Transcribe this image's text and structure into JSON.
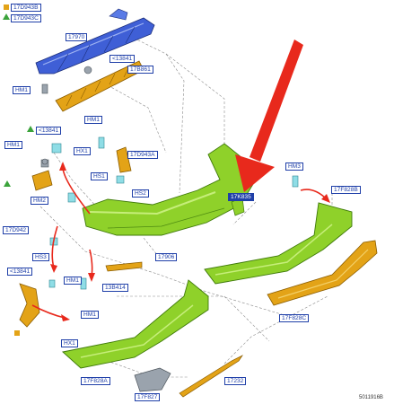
{
  "colors": {
    "bumper_green": "#8fd12a",
    "bracket_blue": "#3f5fd6",
    "bracket_yellow": "#e3a317",
    "callout_arrow": "#e8291c",
    "label_border": "#1f3fa8",
    "leader_line": "#7a7a7a"
  },
  "legend": {
    "square_symbol_label": "17D943B",
    "triangle_symbol_label": "17D943C"
  },
  "labels": {
    "bracket_top": "17970",
    "clip_13841_a": "<13841",
    "bracket_17b861": "17B861",
    "hm1_a": "HM1",
    "hm1_b": "HM1",
    "clip_13841_b": "<13841",
    "hm1_c": "HM1",
    "hx1_a": "HX1",
    "bracket_17d943a": "17D943A",
    "hs1": "HS1",
    "hs2": "HS2",
    "hm2": "HM2",
    "hm3": "HM3",
    "bumper_selected": "17K835",
    "bracket_17f828b": "17F828B",
    "bracket_17d942": "17D942",
    "hs3": "HS3",
    "bumper_17906": "17906",
    "part_13b414": "13B414",
    "clip_13841_c": "<13841",
    "hm1_d": "HM1",
    "hm1_e": "HM1",
    "hx1_b": "HX1",
    "bracket_17f828c": "17F828C",
    "valance_17f828a": "17F828A",
    "part_17f827": "17F827",
    "strip_17232": "17232"
  },
  "reference_number": "5011916B"
}
